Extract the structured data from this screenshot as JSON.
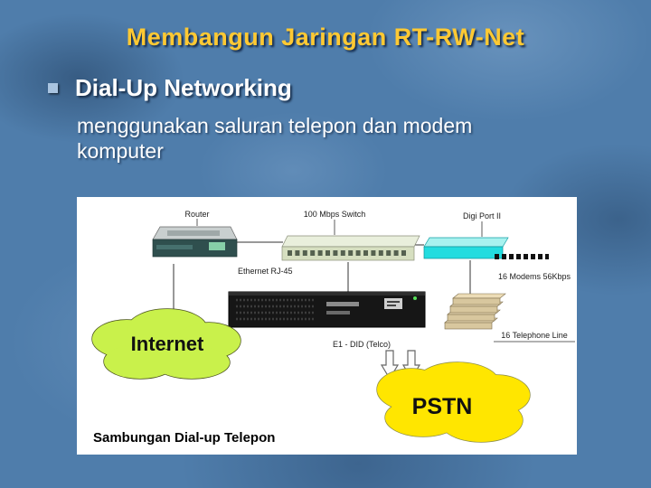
{
  "slide": {
    "title": "Membangun Jaringan RT-RW-Net",
    "bullet_heading": "Dial-Up Networking",
    "body_lines": [
      "menggunakan saluran telepon dan modem",
      "komputer"
    ]
  },
  "diagram": {
    "router_label": "Router",
    "switch_label": "100 Mbps Switch",
    "digiport_label": "Digi Port II",
    "ethernet_label": "Ethernet RJ-45",
    "e1_label": "E1 - DID (Telco)",
    "modems_label": "16 Modems 56Kbps",
    "telephone_label": "16 Telephone Line",
    "internet_label": "Internet",
    "pstn_label": "PSTN",
    "caption": "Sambungan Dial-up Telepon"
  },
  "colors": {
    "slide_background": "#4f7dab",
    "title_text": "#ffc933",
    "body_text": "#ffffff",
    "internet_cloud": "#c9f14b",
    "pstn_cloud": "#ffe600",
    "digiport_device": "#23dcdf",
    "switch_device": "#d6dfc0",
    "rack_device": "#161616",
    "bullet_square": "#a9c4e0"
  }
}
